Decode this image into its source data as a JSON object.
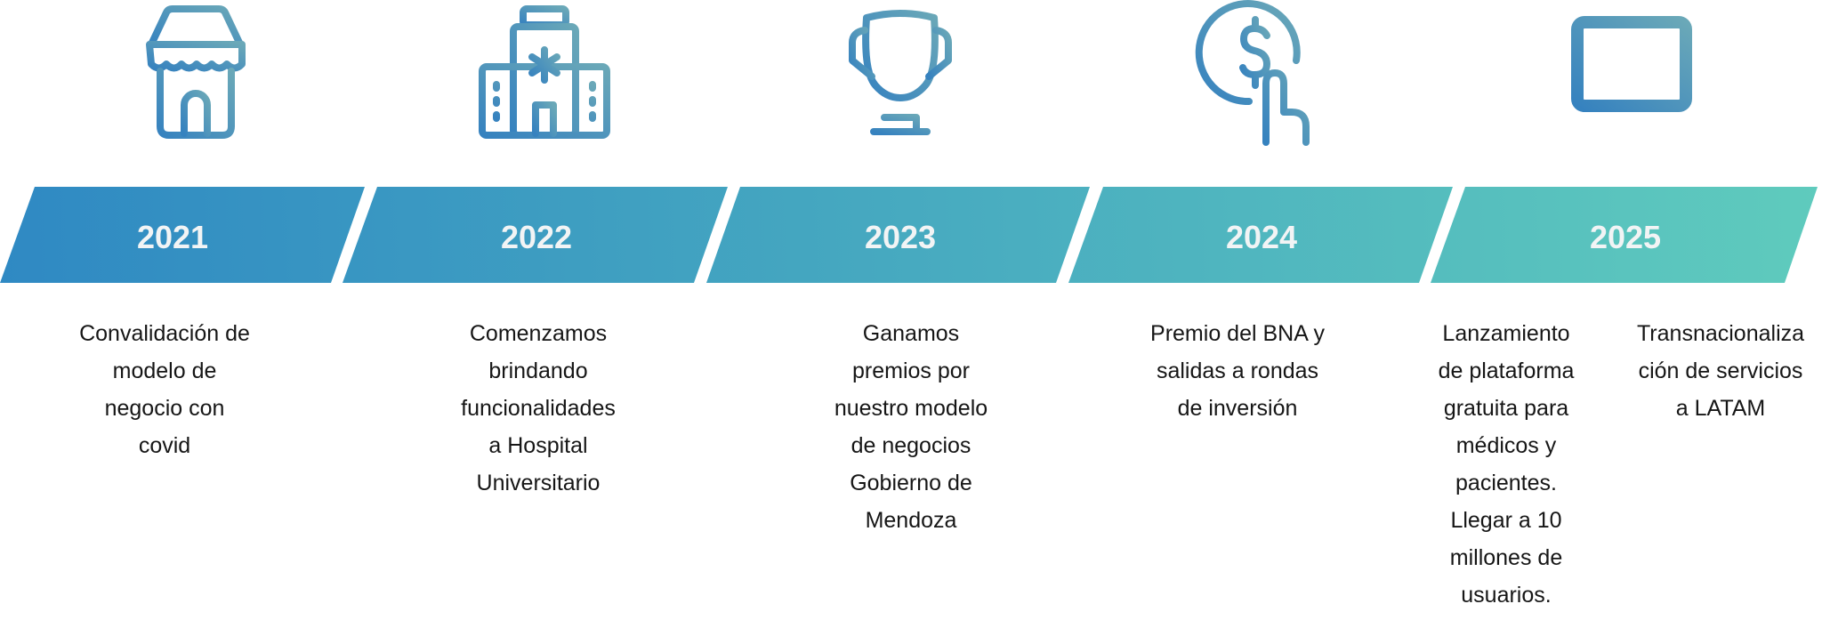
{
  "colors": {
    "band_start": "#2f89c3",
    "band_end": "#5fcbbd",
    "icon_start": "#3682bf",
    "icon_end": "#6aa8b8",
    "text": "#161616",
    "year_text": "#f2f4f5"
  },
  "timeline": [
    {
      "year": "2021",
      "icon": "store-icon",
      "lines": [
        "Convalidación de",
        "modelo de",
        "negocio con",
        "covid"
      ]
    },
    {
      "year": "2022",
      "icon": "hospital-icon",
      "lines": [
        "Comenzamos",
        "brindando",
        "funcionalidades",
        "a Hospital",
        "Universitario"
      ]
    },
    {
      "year": "2023",
      "icon": "trophy-icon",
      "lines": [
        "Ganamos",
        "premios por",
        "nuestro modelo",
        "de negocios",
        "Gobierno de",
        "Mendoza"
      ]
    },
    {
      "year": "2024",
      "icon": "dollar-hand-icon",
      "lines": [
        "Premio del BNA y",
        "salidas a rondas",
        "de inversión"
      ]
    },
    {
      "year": "2025",
      "icon": "monitor-icon",
      "lines": [
        "Lanzamiento",
        "de plataforma",
        "gratuita para",
        "médicos y",
        "pacientes.",
        "Llegar a 10",
        "millones de",
        "usuarios."
      ]
    }
  ],
  "extra_2025": {
    "lines": [
      "Transnacionaliza",
      "ción de servicios",
      "a LATAM"
    ]
  }
}
